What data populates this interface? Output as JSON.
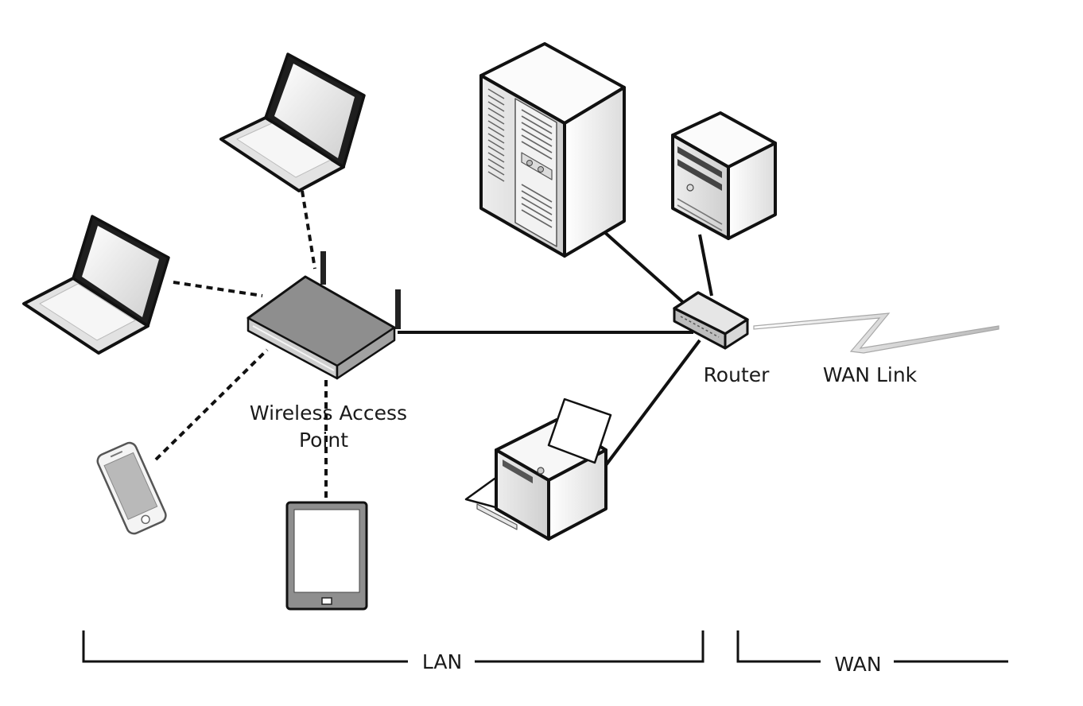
{
  "labels": {
    "wap_line1": "Wireless Access",
    "wap_line2": "Point",
    "router": "Router",
    "wan_link": "WAN Link",
    "lan": "LAN",
    "wan": "WAN"
  },
  "devices": {
    "laptops": 2,
    "smartphone": 1,
    "tablet": 1,
    "wireless_access_point": 1,
    "tower_servers": 2,
    "printer": 1,
    "router": 1
  },
  "colors": {
    "stroke": "#111111",
    "body_light": "#f0f0f0",
    "body_mid": "#c9c9c9",
    "body_dark": "#8a8a8a",
    "wap_body": "#8e8e8e"
  }
}
